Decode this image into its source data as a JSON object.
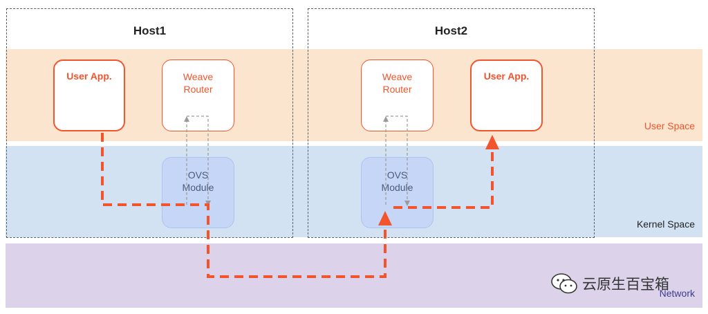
{
  "hosts": [
    {
      "title": "Host1"
    },
    {
      "title": "Host2"
    }
  ],
  "labels": {
    "user_app": "User App.",
    "weave_router": "Weave\nRouter",
    "weave_router_line1": "Weave",
    "weave_router_line2": "Router",
    "ovs_line1": "OVS",
    "ovs_line2": "Module"
  },
  "bands": {
    "user_space": "User Space",
    "kernel_space": "Kernel Space",
    "network": "Network"
  },
  "watermark": {
    "text": "云原生百宝箱",
    "icon": "wechat-icon"
  },
  "colors": {
    "accent": "#f2542d",
    "user_band": "#fbe5cf",
    "kernel_band": "#d2e2f3",
    "network_band": "#dcd3ea",
    "ovs_fill": "#c5d6f7"
  }
}
